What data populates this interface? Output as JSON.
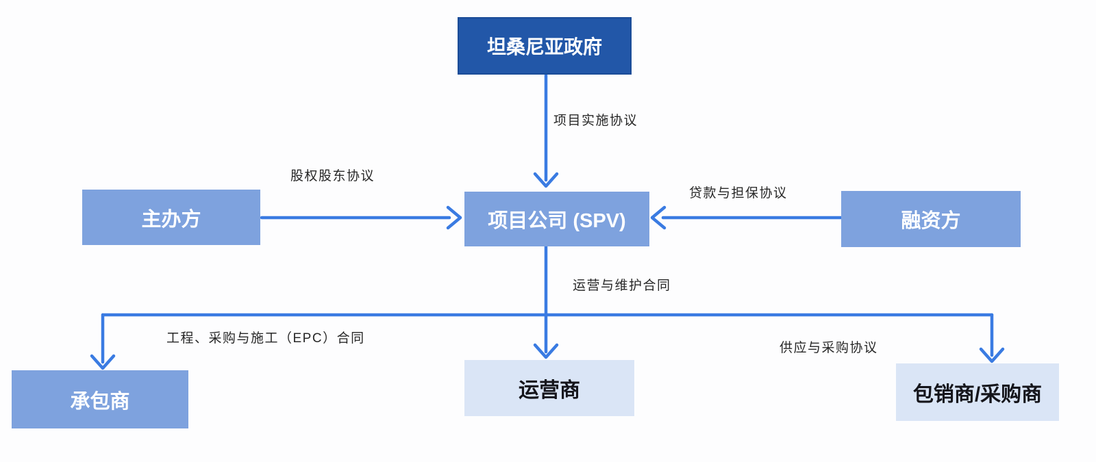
{
  "diagram": {
    "title": "project-finance-structure",
    "nodes": {
      "government": {
        "label": "坦桑尼亚政府"
      },
      "sponsor": {
        "label": "主办方"
      },
      "spv": {
        "label": "项目公司 (SPV)"
      },
      "financier": {
        "label": "融资方"
      },
      "contractor": {
        "label": "承包商"
      },
      "operator": {
        "label": "运营商"
      },
      "offtaker": {
        "label": "包销商/采购商"
      }
    },
    "edges": {
      "implementation": {
        "label": "项目实施协议",
        "from": "government",
        "to": "spv"
      },
      "equity": {
        "label": "股权股东协议",
        "from": "sponsor",
        "to": "spv"
      },
      "loan": {
        "label": "贷款与担保协议",
        "from": "financier",
        "to": "spv"
      },
      "om": {
        "label": "运营与维护合同",
        "from": "spv",
        "to": "operator"
      },
      "epc": {
        "label": "工程、采购与施工（EPC）合同",
        "from": "spv",
        "to": "contractor"
      },
      "supply": {
        "label": "供应与采购协议",
        "from": "spv",
        "to": "offtaker"
      }
    },
    "colors": {
      "dark_blue": "#2257A8",
      "medium_blue": "#7EA2DE",
      "light_blue": "#DAE5F6",
      "arrow_blue": "#3A7BE2",
      "label_text": "#272727",
      "box_text_light": "#FFFFFF",
      "box_text_dark": "#15151B"
    }
  }
}
